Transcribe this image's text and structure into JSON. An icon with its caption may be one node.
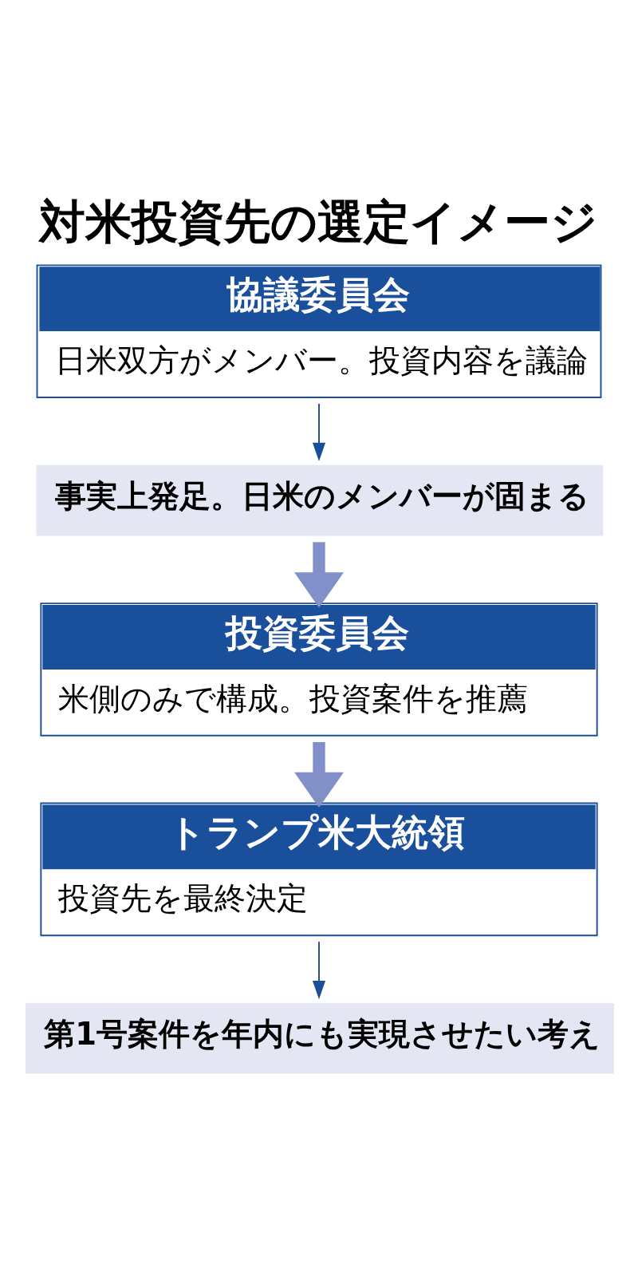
{
  "diagram": {
    "title": "対米投資先の選定イメージ",
    "nodes": [
      {
        "text": [
          "協議委員会",
          "日米双方がメンバー。投資内容を議論"
        ]
      },
      {
        "text": [
          "事実上発足。日米のメンバーが固まる"
        ]
      },
      {
        "text": [
          "投資委員会",
          "米側のみで構成。投資案件を推薦"
        ]
      },
      {
        "text": [
          "トランプ米大統領",
          "投資先を最終決定"
        ]
      },
      {
        "text": [
          "第1号案件を年内にも実現させたい考え"
        ]
      }
    ],
    "edges": [
      {
        "from": 0,
        "to": 1,
        "arrow": "to"
      },
      {
        "from": 1,
        "to": 2,
        "arrow": "to",
        "style": "thick",
        "color": "#8290c9"
      },
      {
        "from": 2,
        "to": 3,
        "arrow": "to",
        "style": "thick",
        "color": "#8290c9"
      },
      {
        "from": 3,
        "to": 4,
        "arrow": "to"
      }
    ]
  }
}
